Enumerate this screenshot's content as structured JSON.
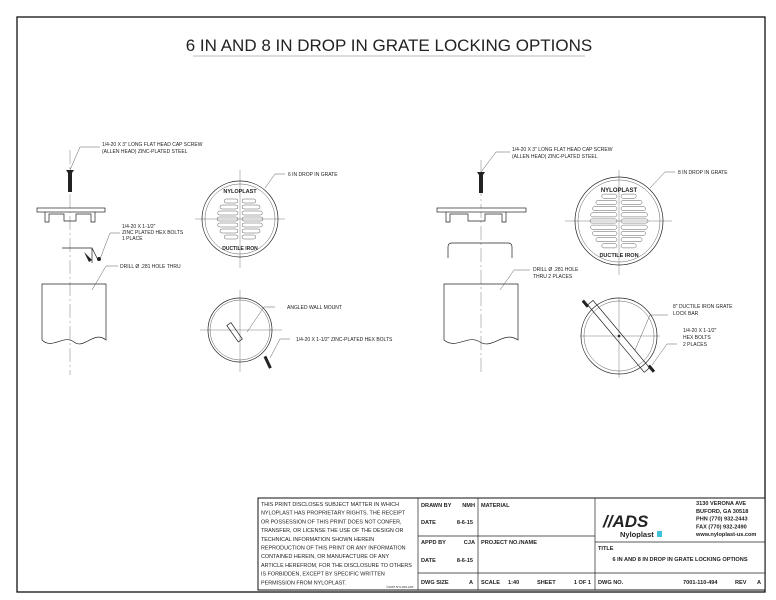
{
  "title": "6 IN AND 8 IN DROP IN GRATE LOCKING OPTIONS",
  "left_detail": {
    "screw_note": [
      "1/4-20 X 3\" LONG FLAT HEAD CAP SCREW",
      "(ALLEN HEAD) ZINC-PLATED STEEL"
    ],
    "bolt_note": [
      "1/4-20 X 1-1/2\"",
      "ZINC PLATED HEX BOLTS",
      "1 PLACE"
    ],
    "drill_note": "DRILL Ø .281 HOLE THRU",
    "grate_note": "6 IN DROP IN GRATE",
    "mount_note": "ANGLED WALL MOUNT",
    "hex_note": "1/4-20 X 1-1/2\" ZINC-PLATED HEX BOLTS"
  },
  "right_detail": {
    "screw_note": [
      "1/4-20 X 3\" LONG FLAT HEAD CAP SCREW",
      "(ALLEN HEAD) ZINC-PLATED STEEL"
    ],
    "drill_note": [
      "DRILL Ø .281 HOLE",
      "THRU 2 PLACES"
    ],
    "grate_note": "8 IN DROP IN GRATE",
    "lockbar_note": [
      "8\" DUCTILE IRON GRATE",
      "LOCK BAR"
    ],
    "hex_note": [
      "1/4-20 X 1-1/2\"",
      "HEX BOLTS",
      "2 PLACES"
    ]
  },
  "grate_text": {
    "top": "NYLOPLAST",
    "bottom": "DUCTILE IRON"
  },
  "title_block": {
    "disclaimer": [
      "THIS PRINT DISCLOSES SUBJECT MATTER IN WHICH",
      "NYLOPLAST HAS PROPRIETARY RIGHTS.  THE RECEIPT",
      "OR POSSESSION OF THIS PRINT DOES NOT CONFER,",
      "TRANSFER, OR LICENSE THE USE OF THE DESIGN OR",
      "TECHNICAL INFORMATION SHOWN HEREIN",
      "REPRODUCTION OF THIS PRINT OR ANY INFORMATION",
      "CONTAINED HEREIN, OR MANUFACTURE OF ANY",
      "ARTICLE HEREFROM, FOR THE DISCLOSURE TO OTHERS",
      "IS FORBIDDEN, EXCEPT BY SPECIFIC WRITTEN",
      "PERMISSION FROM NYLOPLAST."
    ],
    "copyright": "©2007 NYLOPLAST",
    "drawn_by_label": "DRAWN BY",
    "drawn_by": "NMH",
    "date_label": "DATE",
    "date1": "8-6-15",
    "appd_by_label": "APPD BY",
    "appd_by": "CJA",
    "date2": "8-6-15",
    "dwg_size_label": "DWG SIZE",
    "dwg_size": "A",
    "material_label": "MATERIAL",
    "project_label": "PROJECT NO./NAME",
    "scale_label": "SCALE",
    "scale": "1:40",
    "sheet_label": "SHEET",
    "sheet": "1 OF 1",
    "logo_ads": "//ADS",
    "logo_nyloplast": "Nyloplast",
    "address": [
      "3130 VERONA AVE",
      "BUFORD, GA 30518",
      "PHN (770) 932-2443",
      "FAX (770) 932-2490",
      "www.nyloplast-us.com"
    ],
    "title_label": "TITLE",
    "title": "6 IN AND 8 IN DROP IN GRATE LOCKING OPTIONS",
    "dwg_no_label": "DWG NO.",
    "dwg_no": "7001-110-494",
    "rev_label": "REV",
    "rev": "A"
  },
  "colors": {
    "line": "#222222",
    "logo_accent": "#3fc1d9"
  }
}
